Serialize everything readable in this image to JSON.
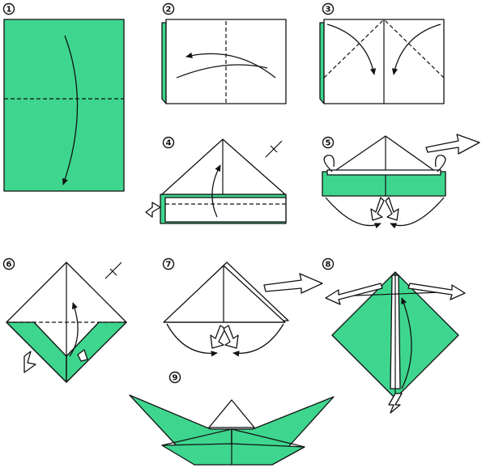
{
  "colors": {
    "paper_front": "#3ed68e",
    "paper_back": "#ffffff",
    "ink": "#111111"
  },
  "steps": [
    {
      "number": "1"
    },
    {
      "number": "2"
    },
    {
      "number": "3"
    },
    {
      "number": "4"
    },
    {
      "number": "5"
    },
    {
      "number": "6"
    },
    {
      "number": "7"
    },
    {
      "number": "8"
    },
    {
      "number": "9"
    }
  ]
}
